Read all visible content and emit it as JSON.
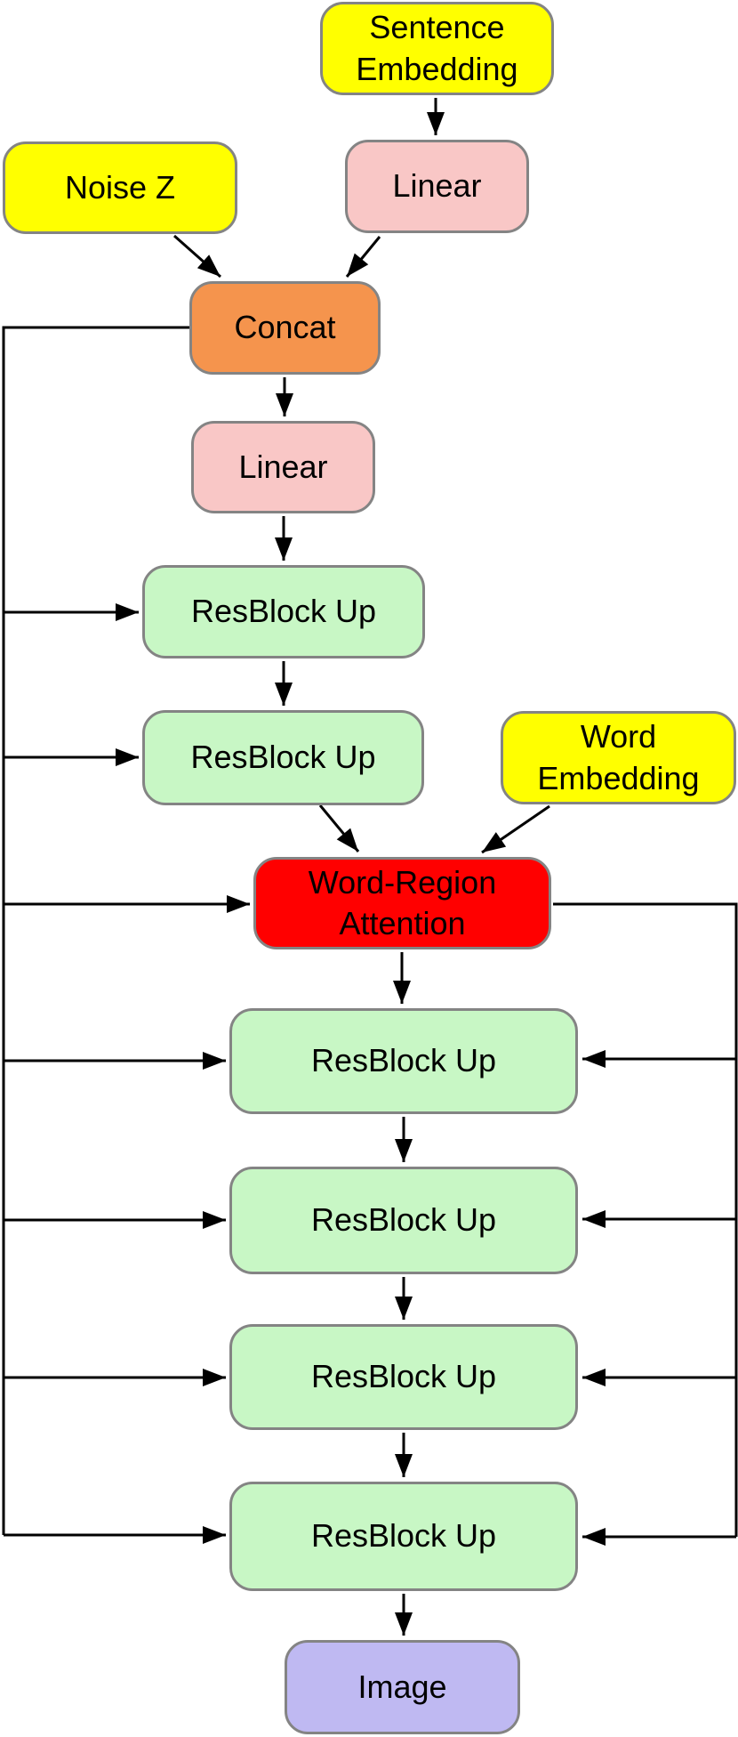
{
  "diagram": {
    "type": "flowchart",
    "description": "Text-to-image generator architecture diagram",
    "nodes": {
      "sentence_embedding": {
        "label": "Sentence\nEmbedding",
        "fill": "#FFFF00"
      },
      "noise_z": {
        "label": "Noise Z",
        "fill": "#FFFF00"
      },
      "linear_1": {
        "label": "Linear",
        "fill": "#F9C7C6"
      },
      "concat": {
        "label": "Concat",
        "fill": "#F5944D"
      },
      "linear_2": {
        "label": "Linear",
        "fill": "#F9C7C6"
      },
      "resblock_1": {
        "label": "ResBlock Up",
        "fill": "#C8F7C5"
      },
      "resblock_2": {
        "label": "ResBlock Up",
        "fill": "#C8F7C5"
      },
      "word_embedding": {
        "label": "Word\nEmbedding",
        "fill": "#FFFF00"
      },
      "word_region_attention": {
        "label": "Word-Region\nAttention",
        "fill": "#FF0000"
      },
      "resblock_3": {
        "label": "ResBlock Up",
        "fill": "#C8F7C5"
      },
      "resblock_4": {
        "label": "ResBlock Up",
        "fill": "#C8F7C5"
      },
      "resblock_5": {
        "label": "ResBlock Up",
        "fill": "#C8F7C5"
      },
      "resblock_6": {
        "label": "ResBlock Up",
        "fill": "#C8F7C5"
      },
      "image": {
        "label": "Image",
        "fill": "#BFB9F2"
      }
    },
    "edges": [
      {
        "from": "sentence_embedding",
        "to": "linear_1"
      },
      {
        "from": "noise_z",
        "to": "concat"
      },
      {
        "from": "linear_1",
        "to": "concat"
      },
      {
        "from": "concat",
        "to": "linear_2"
      },
      {
        "from": "linear_2",
        "to": "resblock_1"
      },
      {
        "from": "resblock_1",
        "to": "resblock_2"
      },
      {
        "from": "resblock_2",
        "to": "word_region_attention"
      },
      {
        "from": "word_embedding",
        "to": "word_region_attention"
      },
      {
        "from": "word_region_attention",
        "to": "resblock_3"
      },
      {
        "from": "resblock_3",
        "to": "resblock_4"
      },
      {
        "from": "resblock_4",
        "to": "resblock_5"
      },
      {
        "from": "resblock_5",
        "to": "resblock_6"
      },
      {
        "from": "resblock_6",
        "to": "image"
      },
      {
        "from": "concat",
        "to": "resblock_1",
        "via": "left-rail"
      },
      {
        "from": "concat",
        "to": "resblock_2",
        "via": "left-rail"
      },
      {
        "from": "concat",
        "to": "word_region_attention",
        "via": "left-rail"
      },
      {
        "from": "concat",
        "to": "resblock_3",
        "via": "left-rail"
      },
      {
        "from": "concat",
        "to": "resblock_4",
        "via": "left-rail"
      },
      {
        "from": "concat",
        "to": "resblock_5",
        "via": "left-rail"
      },
      {
        "from": "concat",
        "to": "resblock_6",
        "via": "left-rail"
      },
      {
        "from": "word_region_attention",
        "to": "resblock_3",
        "via": "right-rail"
      },
      {
        "from": "word_region_attention",
        "to": "resblock_4",
        "via": "right-rail"
      },
      {
        "from": "word_region_attention",
        "to": "resblock_5",
        "via": "right-rail"
      },
      {
        "from": "word_region_attention",
        "to": "resblock_6",
        "via": "right-rail"
      }
    ],
    "colors": {
      "yellow": "#FFFF00",
      "pink": "#F9C7C6",
      "orange": "#F5944D",
      "green": "#C8F7C5",
      "red": "#FF0000",
      "lavender": "#BFB9F2",
      "node_border": "#848484",
      "wire": "#000000",
      "text": "#000000",
      "background": "#FFFFFF"
    }
  }
}
